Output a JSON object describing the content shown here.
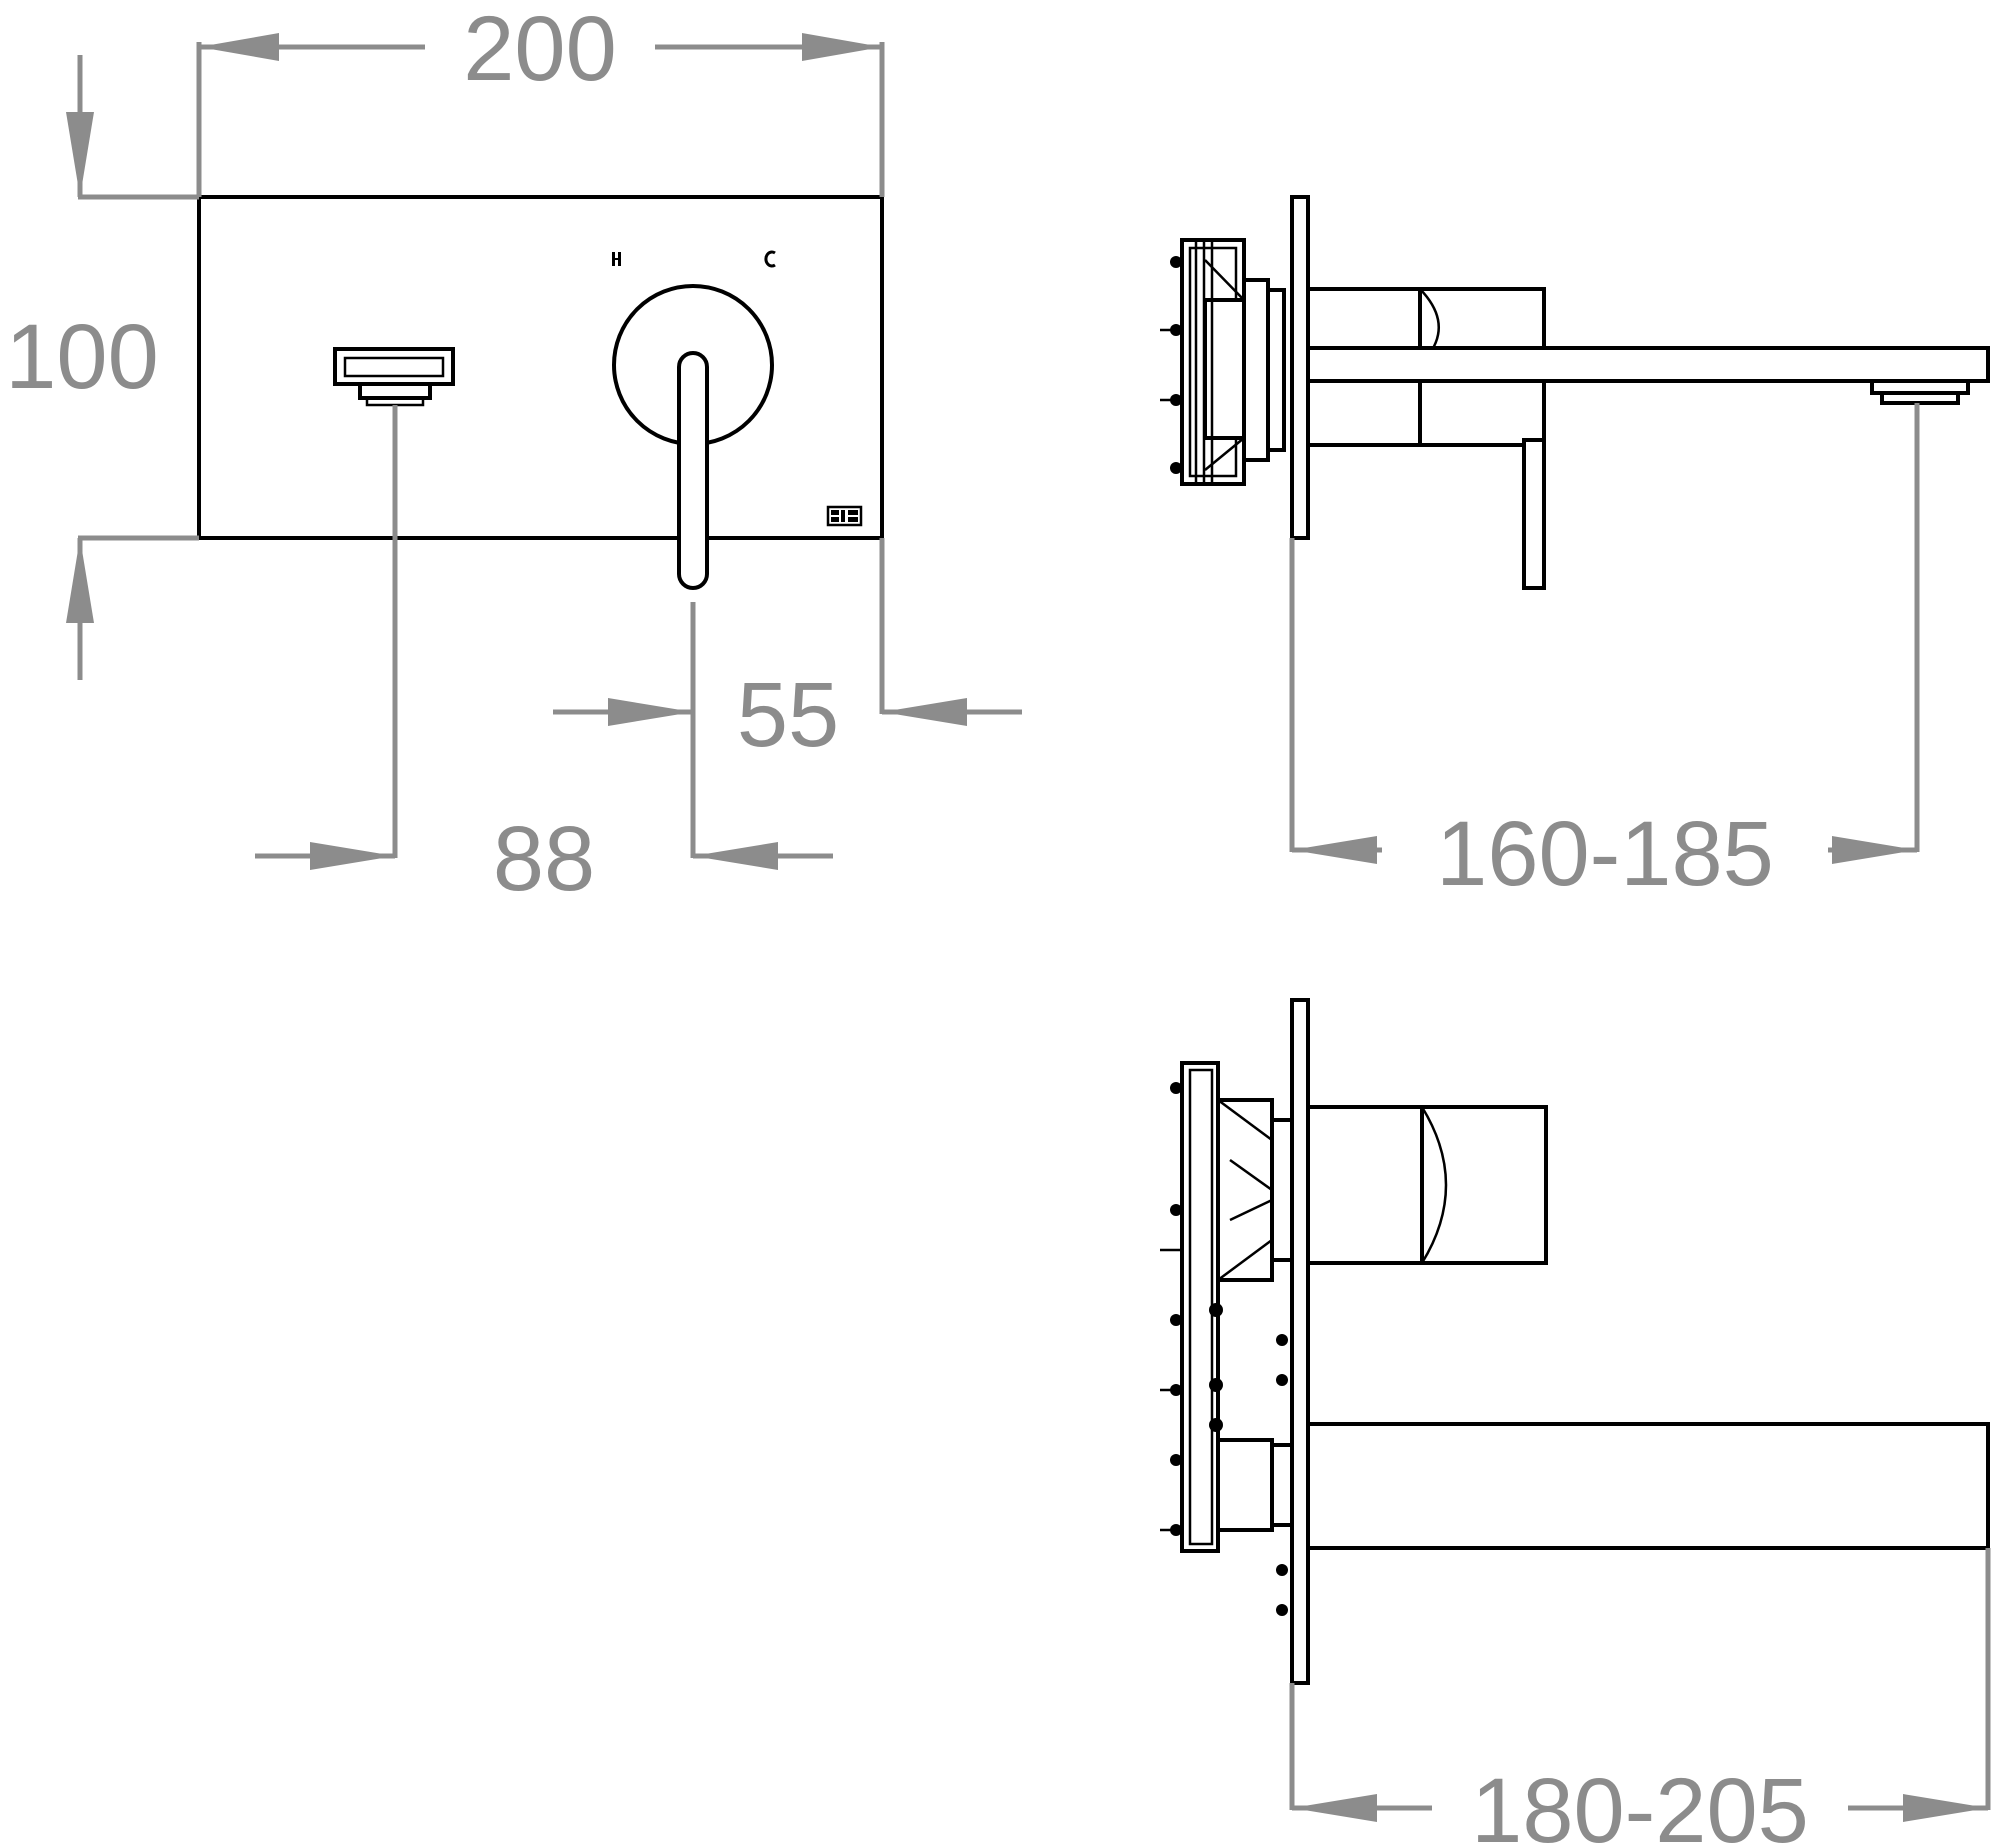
{
  "colors": {
    "dimension": "#8c8c8c",
    "outline": "#000000",
    "background": "#ffffff"
  },
  "dimensions": {
    "plate_width": "200",
    "plate_height": "100",
    "lever_offset": "55",
    "spout_to_lever": "88",
    "side_projection": "160-185",
    "bottom_projection": "180-205"
  },
  "plate": {
    "logo": "logo"
  }
}
